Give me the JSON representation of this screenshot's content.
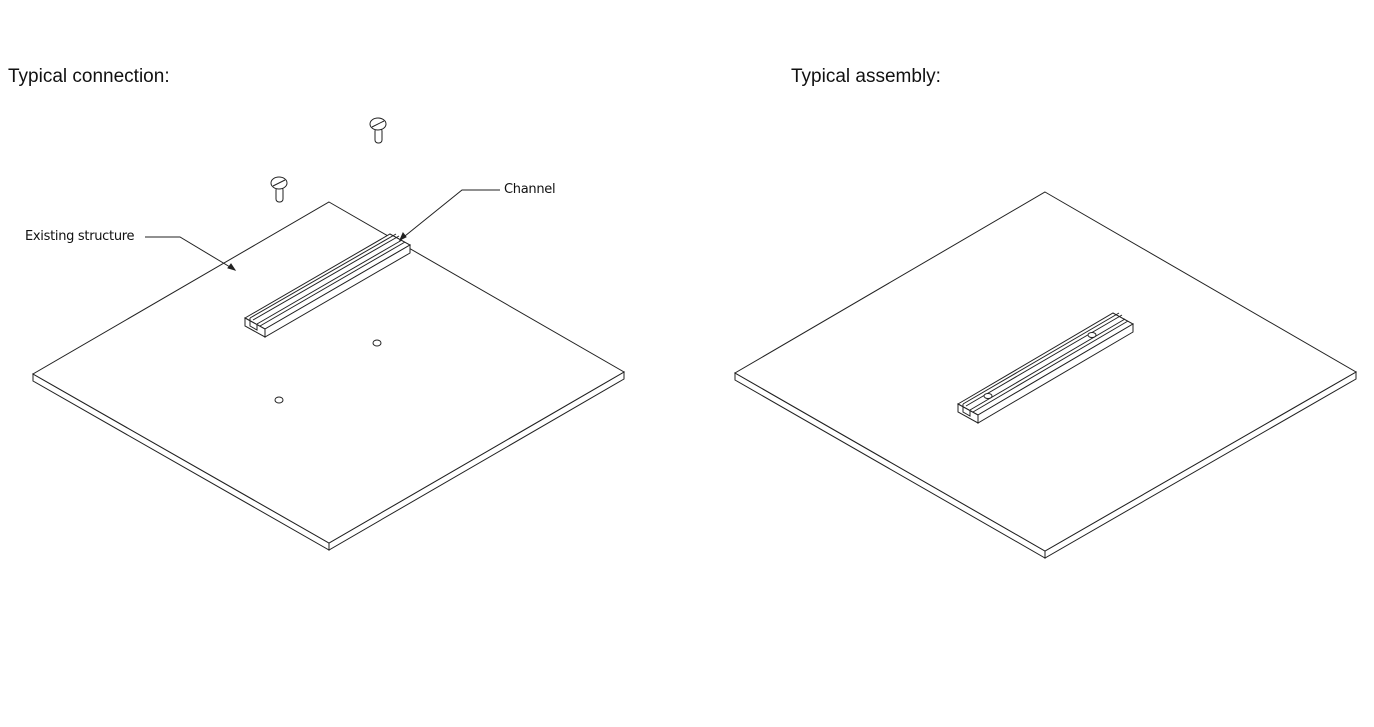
{
  "left_panel": {
    "title": "Typical connection:",
    "labels": {
      "structure": "Existing structure",
      "channel": "Channel"
    }
  },
  "right_panel": {
    "title": "Typical assembly:"
  }
}
